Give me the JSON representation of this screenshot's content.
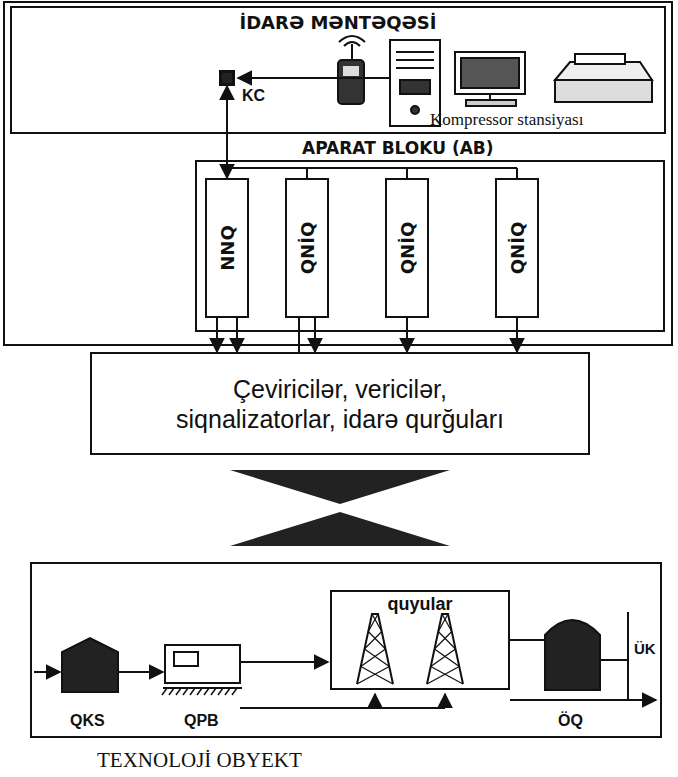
{
  "diagram": {
    "nodes": [
      {
        "text": [
          "İDARƏ MƏNTƏQƏSİ"
        ]
      },
      {
        "text": [
          "KC"
        ],
        "in": 0
      },
      {
        "text": [
          "APARAT BLOKU (AB)"
        ]
      },
      {
        "text": [
          "NNQ"
        ],
        "in": 2
      },
      {
        "text": [
          "QNİQ"
        ],
        "in": 2
      },
      {
        "text": [
          "QNİQ"
        ],
        "in": 2
      },
      {
        "text": [
          "QNİQ"
        ],
        "in": 2
      },
      {
        "text": [
          "Çeviricilər, vericilər, siqnalizatorlar, idarə qurğuları"
        ]
      },
      {
        "text": [
          "TEXNOLOJİ OBYEKT"
        ]
      },
      {
        "text": [
          "quyular"
        ],
        "in": 8
      }
    ],
    "edges": [
      {
        "from": 1,
        "to": 3,
        "arrow": "both"
      },
      {
        "from": 3,
        "to": 7,
        "arrow": "to"
      },
      {
        "from": 3,
        "to": 7,
        "arrow": "to"
      },
      {
        "from": 4,
        "to": 7,
        "arrow": "none"
      },
      {
        "from": 4,
        "to": 7,
        "arrow": "to"
      },
      {
        "from": 5,
        "to": 7,
        "arrow": "to"
      },
      {
        "from": 6,
        "to": 7,
        "arrow": "to"
      }
    ],
    "labels": [
      "Kompressor stansiyası",
      "QKS",
      "QPB",
      "ÖQ",
      "ÜK"
    ]
  }
}
